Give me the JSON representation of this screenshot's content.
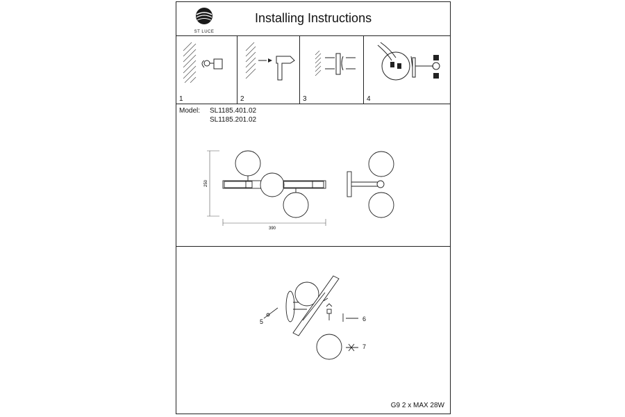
{
  "header": {
    "logo_text": "ST LUCE",
    "title": "Installing Instructions"
  },
  "steps": [
    {
      "number": "1"
    },
    {
      "number": "2"
    },
    {
      "number": "3"
    },
    {
      "number": "4"
    }
  ],
  "model": {
    "label": "Model:",
    "codes": [
      "SL1185.401.02",
      "SL1185.201.02"
    ]
  },
  "dimensions": {
    "height": "250",
    "width": "390"
  },
  "callouts": {
    "screw": "5",
    "bulb": "6",
    "shade": "7"
  },
  "spec": "G9 2 x MAX 28W"
}
